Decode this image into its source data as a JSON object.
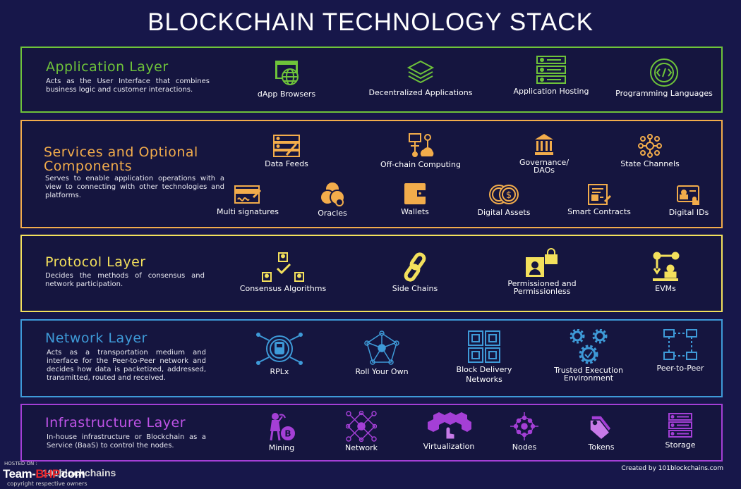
{
  "title": "BLOCKCHAIN TECHNOLOGY STACK",
  "colors": {
    "background": "#17174a",
    "application": "#6ec33a",
    "services": "#f2ac4b",
    "protocol": "#f3e05c",
    "network": "#3e9ad8",
    "infrastructure": "#a43fd6"
  },
  "layers": {
    "application": {
      "title": "Application Layer",
      "description": "Acts as the User Interface that combines business logic and customer interactions.",
      "items": [
        {
          "label": "dApp Browsers",
          "icon": "browser-globe-icon"
        },
        {
          "label": "Decentralized Applications",
          "icon": "layers-stack-icon"
        },
        {
          "label": "Application Hosting",
          "icon": "server-rack-icon"
        },
        {
          "label": "Programming Languages",
          "icon": "code-icon"
        }
      ]
    },
    "services": {
      "title_line1": "Services and Optional",
      "title_line2": "Components",
      "description": "Serves to enable application operations with a view to connecting with other technologies and platforms.",
      "items": [
        {
          "label": "Data Feeds",
          "icon": "data-feed-icon"
        },
        {
          "label": "Off-chain Computing",
          "icon": "offchain-computing-icon"
        },
        {
          "label": "Governance/",
          "label2": "DAOs",
          "icon": "governance-building-icon"
        },
        {
          "label": "State Channels",
          "icon": "state-channels-icon"
        },
        {
          "label": "Multi signatures",
          "icon": "multi-signature-icon"
        },
        {
          "label": "Oracles",
          "icon": "oracles-icon"
        },
        {
          "label": "Wallets",
          "icon": "wallet-icon"
        },
        {
          "label": "Digital Assets",
          "icon": "coins-icon"
        },
        {
          "label": "Smart Contracts",
          "icon": "contract-icon"
        },
        {
          "label": "Digital IDs",
          "icon": "id-card-icon"
        }
      ]
    },
    "protocol": {
      "title": "Protocol Layer",
      "description": "Decides the methods of consensus and network participation.",
      "items": [
        {
          "label": "Consensus Algorithms",
          "icon": "consensus-icon"
        },
        {
          "label": "Side Chains",
          "icon": "chain-link-icon"
        },
        {
          "label": "Permissioned and",
          "label2": "Permissionless",
          "icon": "permission-lock-icon"
        },
        {
          "label": "EVMs",
          "icon": "robot-arm-icon"
        }
      ]
    },
    "network": {
      "title": "Network Layer",
      "description": "Acts as a transportation medium and interface for the Peer-to-Peer network and decides how data is packetized, addressed, transmitted, routed and received.",
      "items": [
        {
          "label": "RPLx",
          "icon": "train-network-icon"
        },
        {
          "label": "Roll Your Own",
          "icon": "network-mesh-icon"
        },
        {
          "label": "Block Delivery",
          "label2": "Networks",
          "icon": "block-delivery-icon"
        },
        {
          "label": "Trusted Execution",
          "label2": "Environment",
          "icon": "gears-icon"
        },
        {
          "label": "Peer-to-Peer",
          "icon": "peer-to-peer-icon"
        }
      ]
    },
    "infrastructure": {
      "title": "Infrastructure Layer",
      "description": "In-house infrastructure or Blockchain as a Service (BaaS) to control the nodes.",
      "items": [
        {
          "label": "Mining",
          "icon": "miner-icon"
        },
        {
          "label": "Network",
          "icon": "network-nodes-icon"
        },
        {
          "label": "Virtualization",
          "icon": "virtualization-icon"
        },
        {
          "label": "Nodes",
          "icon": "nodes-icon"
        },
        {
          "label": "Tokens",
          "icon": "tokens-icon"
        },
        {
          "label": "Storage",
          "icon": "storage-icon"
        }
      ]
    }
  },
  "credit": "Created by 101blockchains.com",
  "watermark": {
    "hosted": "HOSTED ON :",
    "brand_main": "Team-",
    "brand_accent": "BHP",
    "brand_suffix": ".com",
    "ghost": "101blockchains",
    "copyright": "copyright respective owners"
  }
}
